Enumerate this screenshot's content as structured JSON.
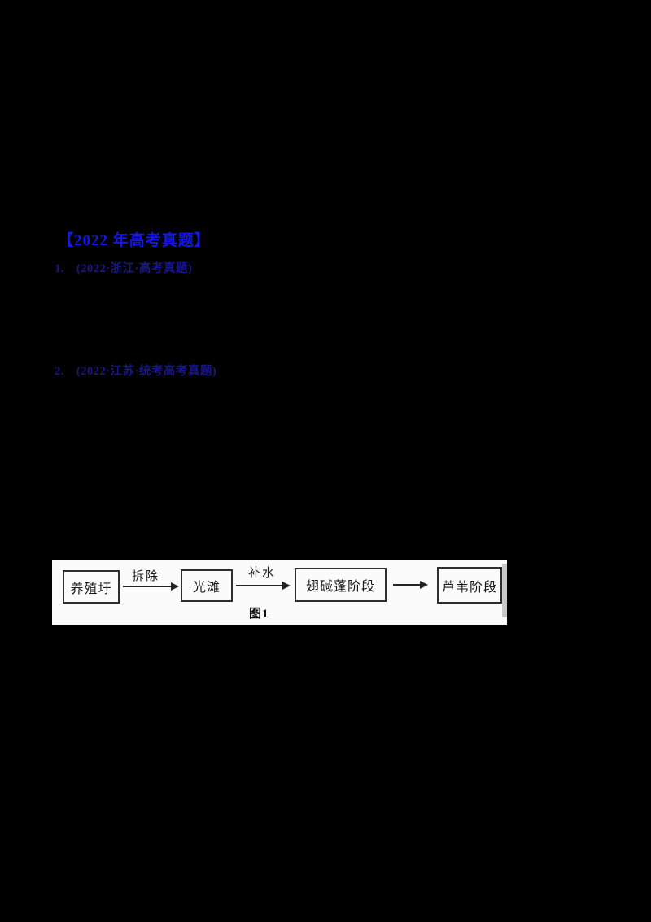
{
  "page": {
    "background_color": "#000000",
    "header_color": "#1515ef",
    "question_color": "#181885"
  },
  "header": {
    "text": "【2022 年高考真题】"
  },
  "questions": [
    {
      "label": "1.　(2022·浙江·高考真题)"
    },
    {
      "label": "2.　(2022·江苏·统考高考真题)"
    }
  ],
  "figure": {
    "caption": "图1",
    "nodes": [
      {
        "label": "养殖圩"
      },
      {
        "label": "光滩"
      },
      {
        "label": "翅碱蓬阶段"
      },
      {
        "label": "芦苇阶段"
      }
    ],
    "arrow_labels": [
      {
        "label": "拆除"
      },
      {
        "label": "补水"
      }
    ]
  }
}
